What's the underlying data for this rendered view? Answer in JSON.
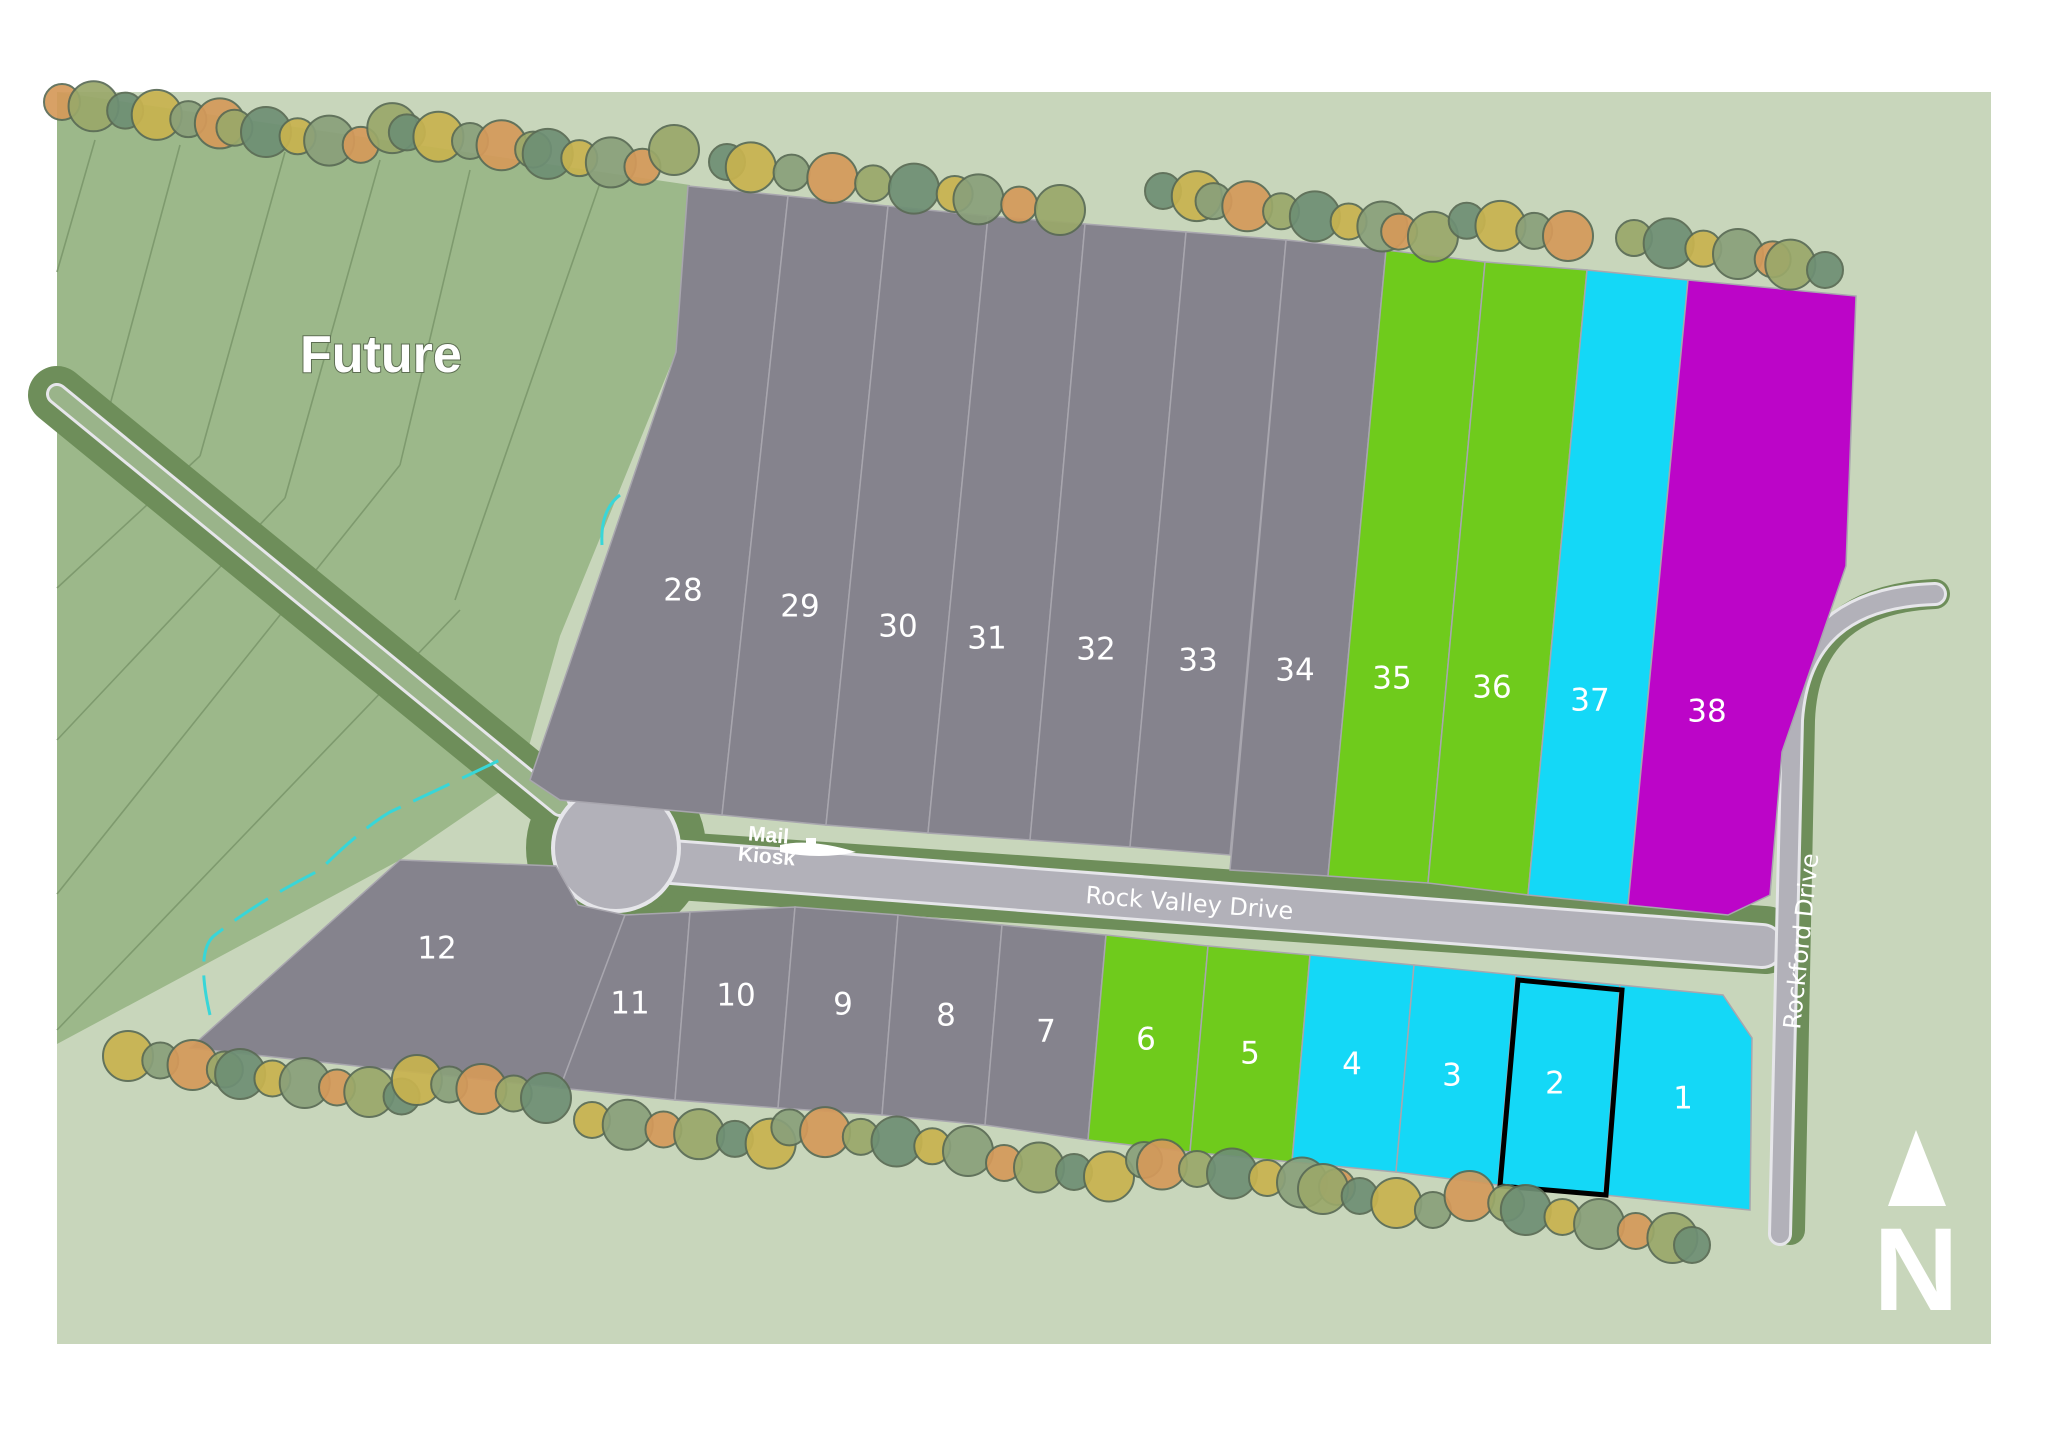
{
  "map": {
    "future_label": "Future",
    "road_main": "Rock Valley Drive",
    "road_side": "Rockford Drive",
    "kiosk_line1": "Mail",
    "kiosk_line2": "Kiosk",
    "north_letter": "N",
    "selected_lot": "2"
  },
  "colors": {
    "background": "#ffffff",
    "terrain": "#c8d6bb",
    "future_area": "#9cb88a",
    "road": "#b2b1b9",
    "road_edge": "#e6e6ea",
    "grass_strip": "#6e8e5a",
    "sold": "#85838d",
    "green_status": "#6fcb1c",
    "cyan_status": "#14d8f7",
    "purple_status": "#bc05c8",
    "selection_outline": "#000000",
    "creek": "#38d6d8"
  },
  "lots": [
    {
      "number": "1",
      "status": "cyan"
    },
    {
      "number": "2",
      "status": "cyan"
    },
    {
      "number": "3",
      "status": "cyan"
    },
    {
      "number": "4",
      "status": "cyan"
    },
    {
      "number": "5",
      "status": "green"
    },
    {
      "number": "6",
      "status": "green"
    },
    {
      "number": "7",
      "status": "sold"
    },
    {
      "number": "8",
      "status": "sold"
    },
    {
      "number": "9",
      "status": "sold"
    },
    {
      "number": "10",
      "status": "sold"
    },
    {
      "number": "11",
      "status": "sold"
    },
    {
      "number": "12",
      "status": "sold"
    },
    {
      "number": "28",
      "status": "sold"
    },
    {
      "number": "29",
      "status": "sold"
    },
    {
      "number": "30",
      "status": "sold"
    },
    {
      "number": "31",
      "status": "sold"
    },
    {
      "number": "32",
      "status": "sold"
    },
    {
      "number": "33",
      "status": "sold"
    },
    {
      "number": "34",
      "status": "sold"
    },
    {
      "number": "35",
      "status": "green"
    },
    {
      "number": "36",
      "status": "green"
    },
    {
      "number": "37",
      "status": "cyan"
    },
    {
      "number": "38",
      "status": "purple"
    }
  ]
}
